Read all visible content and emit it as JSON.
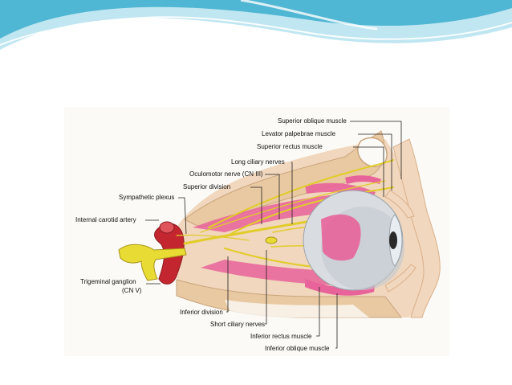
{
  "colors": {
    "wave_dark": "#4fb6d3",
    "wave_light": "#bfe6f1",
    "nerve": "#e1cc2a",
    "nerve_dark": "#a89216",
    "muscle": "#e8639a",
    "bone": "#e9c9a2",
    "skin": "#f1d7bd",
    "artery": "#c4262f",
    "ganglion": "#e8dc34"
  },
  "labels": {
    "superior_oblique": "Superior oblique muscle",
    "levator": "Levator palpebrae muscle",
    "superior_rectus": "Superior rectus muscle",
    "long_ciliary": "Long ciliary nerves",
    "oculomotor": "Oculomotor nerve (CN III)",
    "superior_division": "Superior division",
    "sympathetic": "Sympathetic plexus",
    "internal_carotid": "Internal carotid artery",
    "trigeminal_1": "Trigeminal ganglion",
    "trigeminal_2": "(CN V)",
    "inferior_division": "Inferior division",
    "short_ciliary": "Short ciliary nerves",
    "inferior_rectus": "Inferior rectus muscle",
    "inferior_oblique": "Inferior oblique muscle"
  }
}
